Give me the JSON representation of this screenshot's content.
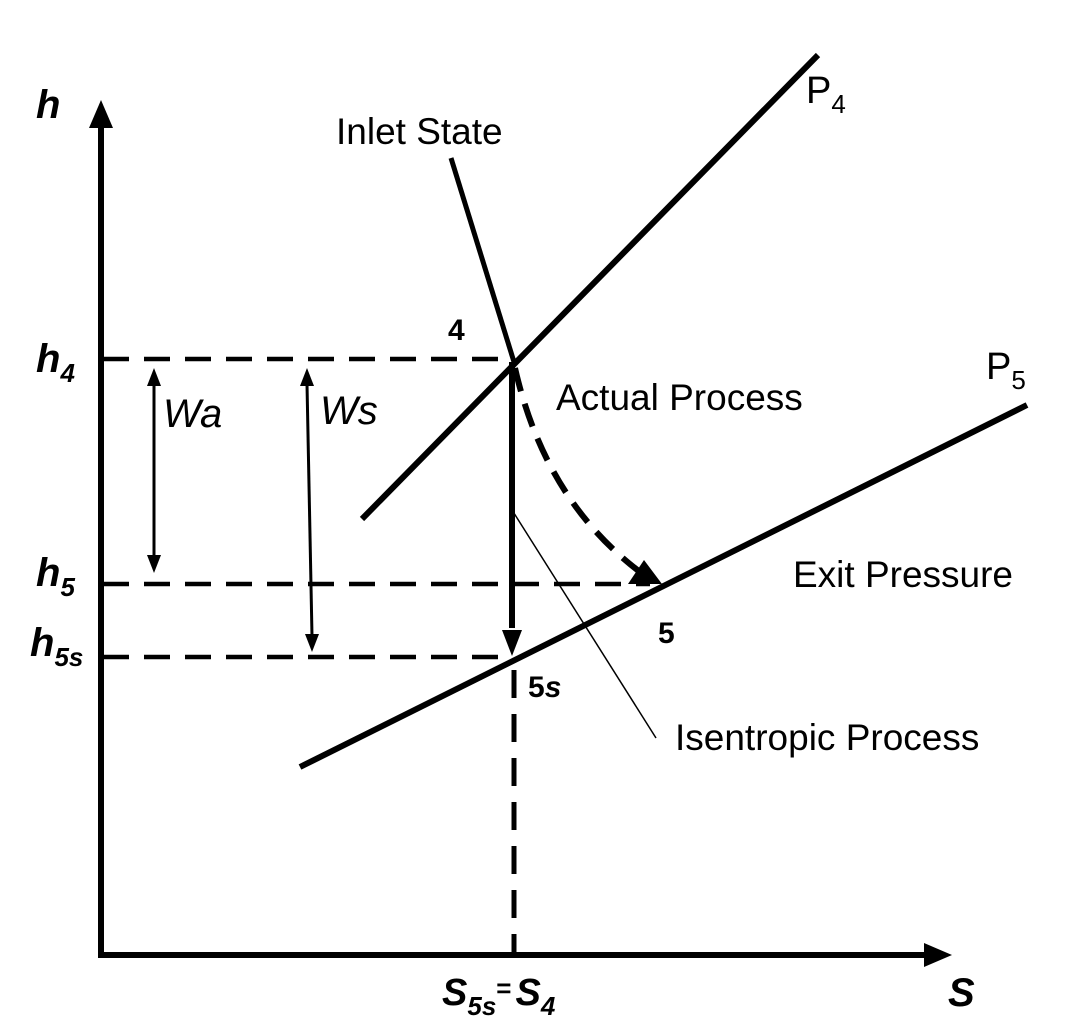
{
  "axes": {
    "y_label": "h",
    "x_label": "S",
    "y_ticks": [
      {
        "base": "h",
        "sub": "4"
      },
      {
        "base": "h",
        "sub": "5"
      },
      {
        "base": "h",
        "sub": "5s"
      }
    ],
    "x_tick": {
      "left_base": "S",
      "left_sub": "5s",
      "eq": "=",
      "right_base": "S",
      "right_sub": "4"
    }
  },
  "curves": {
    "p4": {
      "base": "P",
      "sub": "4"
    },
    "p5": {
      "base": "P",
      "sub": "5"
    }
  },
  "states": {
    "s4": "4",
    "s5": "5",
    "s5s_num": "5",
    "s5s_letter": "s"
  },
  "annotations": {
    "inlet_state": "Inlet State",
    "actual_process": "Actual Process",
    "exit_pressure": "Exit Pressure",
    "isentropic_process": "Isentropic Process",
    "wa": "Wa",
    "ws": "Ws"
  }
}
